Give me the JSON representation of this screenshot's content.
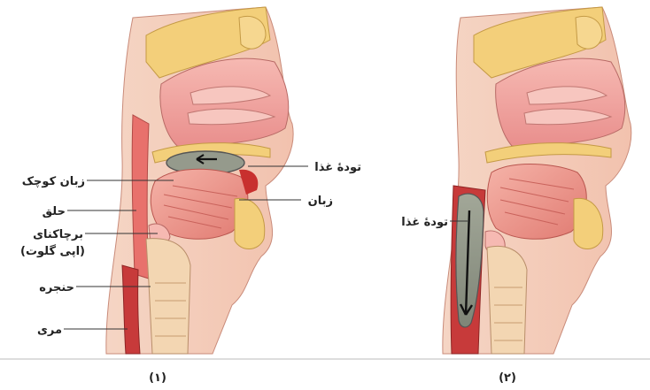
{
  "figure_1": {
    "caption": "(۱)",
    "labels": {
      "bolus": "تودهٔ غذا",
      "uvula": "زبان کوچک",
      "tongue": "زبان",
      "pharynx": "حلق",
      "epiglottis_line1": "برچاکنای",
      "epiglottis_line2": "(اپی گلوت)",
      "larynx": "حنجره",
      "esophagus": "مری"
    }
  },
  "figure_2": {
    "caption": "(۲)",
    "labels": {
      "bolus": "تودهٔ غذا"
    }
  },
  "colors": {
    "skin": "#f2c9b4",
    "tissue_pink": "#f0a7a6",
    "muscle_red": "#d9534f",
    "bone_yellow": "#f3cf7a",
    "bolus_gray": "#9a9f92",
    "esophagus_red": "#c73a3a"
  }
}
